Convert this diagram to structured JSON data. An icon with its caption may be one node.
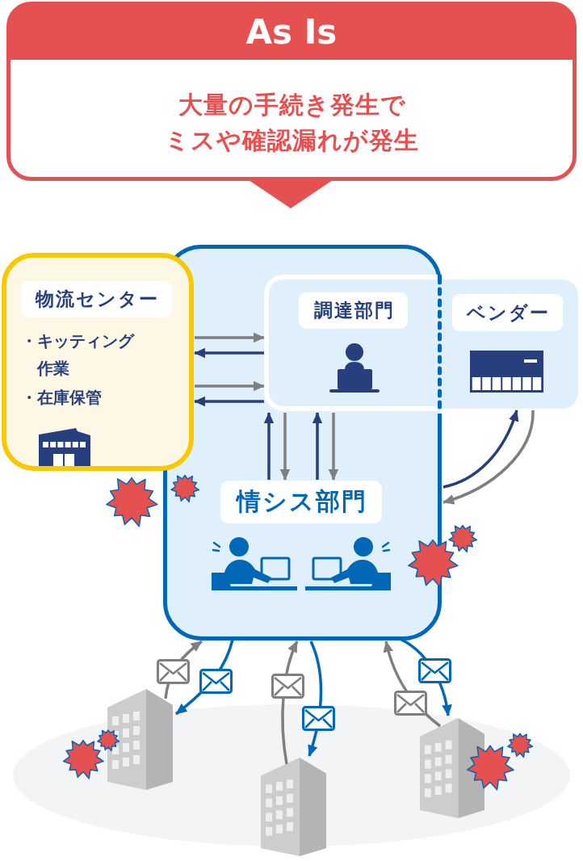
{
  "diagram": {
    "nodes": [
      {
        "text": [
          "As Is",
          "大量の手続き発生でミスや確認漏れが発生"
        ]
      },
      {
        "text": [
          "物流センター",
          "・キッティング作業",
          "・在庫保管"
        ]
      },
      {
        "text": [],
        "shape": "box"
      },
      {
        "text": [
          "調達部門"
        ],
        "in": 2
      },
      {
        "text": [
          "ベンダー"
        ]
      },
      {
        "text": [
          "情シス部門"
        ],
        "in": 2
      },
      {
        "text": [],
        "shape": "picture"
      },
      {
        "text": [],
        "shape": "picture"
      },
      {
        "text": [],
        "shape": "picture"
      }
    ],
    "edges": [
      {
        "from": 1,
        "to": 3,
        "arrow": "to"
      },
      {
        "from": 3,
        "to": 1,
        "arrow": "to",
        "color": "#283f7d"
      },
      {
        "from": 1,
        "to": 3,
        "arrow": "to"
      },
      {
        "from": 3,
        "to": 1,
        "arrow": "to",
        "color": "#283f7d"
      },
      {
        "from": 5,
        "to": 3,
        "arrow": "to",
        "color": "#283f7d"
      },
      {
        "from": 3,
        "to": 5,
        "arrow": "to"
      },
      {
        "from": 5,
        "to": 3,
        "arrow": "to",
        "color": "#283f7d"
      },
      {
        "from": 3,
        "to": 5,
        "arrow": "to"
      },
      {
        "from": 2,
        "to": 4,
        "arrow": "to",
        "color": "#283f7d"
      },
      {
        "from": 4,
        "to": 2,
        "arrow": "to"
      },
      {
        "from": 6,
        "to": 2,
        "arrow": "to"
      },
      {
        "from": 2,
        "to": 6,
        "arrow": "to",
        "color": "#0068b7"
      },
      {
        "from": 7,
        "to": 2,
        "arrow": "to"
      },
      {
        "from": 2,
        "to": 7,
        "arrow": "to",
        "color": "#0068b7"
      },
      {
        "from": 8,
        "to": 2,
        "arrow": "to"
      },
      {
        "from": 2,
        "to": 8,
        "arrow": "to",
        "color": "#0068b7"
      }
    ]
  }
}
